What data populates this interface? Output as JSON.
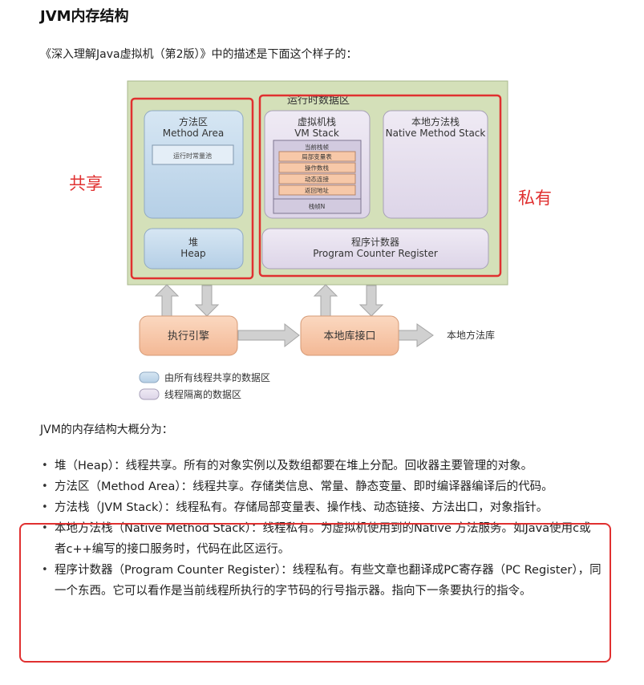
{
  "title": "JVM内存结构",
  "intro": "《深入理解Java虚拟机（第2版）》中的描述是下面这个样子的：",
  "diagram": {
    "runtime_area": "运行时数据区",
    "shared_label": "共享",
    "private_label": "私有",
    "method_area": {
      "line1": "方法区",
      "line2": "Method Area",
      "inner": "运行时常量池"
    },
    "heap": {
      "line1": "堆",
      "line2": "Heap"
    },
    "vm_stack": {
      "line1": "虚拟机栈",
      "line2": "VM Stack",
      "frames_header": "当前栈帧",
      "frame_items": [
        "局部变量表",
        "操作数栈",
        "动态连接",
        "返回地址"
      ],
      "frames_footer": "栈帧N"
    },
    "native_stack": {
      "line1": "本地方法栈",
      "line2": "Native Method Stack"
    },
    "pc_register": {
      "line1": "程序计数器",
      "line2": "Program Counter Register"
    },
    "exec_engine": "执行引擎",
    "native_interface": "本地库接口",
    "native_library": "本地方法库",
    "legend": {
      "shared": "由所有线程共享的数据区",
      "isolated": "线程隔离的数据区"
    },
    "colors": {
      "green_bg": "#d4e0b9",
      "blue": "#bfd7ea",
      "lilac": "#e6e0ee",
      "orange": "#f7c7a8",
      "red": "#e03030"
    }
  },
  "summary": "JVM的内存结构大概分为：",
  "bullets": [
    "堆（Heap）：线程共享。所有的对象实例以及数组都要在堆上分配。回收器主要管理的对象。",
    "方法区（Method Area）：线程共享。存储类信息、常量、静态变量、即时编译器编译后的代码。",
    "方法栈（JVM Stack）：线程私有。存储局部变量表、操作栈、动态链接、方法出口，对象指针。",
    "本地方法栈（Native Method Stack）：线程私有。为虚拟机使用到的Native 方法服务。如Java使用c或者c++编写的接口服务时，代码在此区运行。",
    "程序计数器（Program Counter Register）：线程私有。有些文章也翻译成PC寄存器（PC Register），同一个东西。它可以看作是当前线程所执行的字节码的行号指示器。指向下一条要执行的指令。"
  ]
}
